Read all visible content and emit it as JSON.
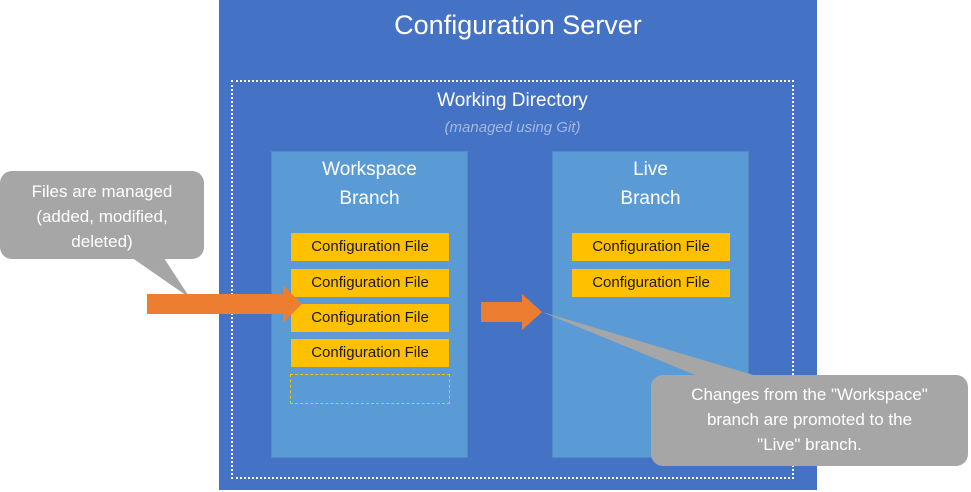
{
  "server": {
    "title": "Configuration Server"
  },
  "working_directory": {
    "title": "Working Directory",
    "subtitle": "(managed using Git)"
  },
  "workspace_branch": {
    "title_line1": "Workspace",
    "title_line2": "Branch",
    "files": [
      "Configuration File",
      "Configuration File",
      "Configuration File",
      "Configuration File"
    ]
  },
  "live_branch": {
    "title_line1": "Live",
    "title_line2": "Branch",
    "files": [
      "Configuration File",
      "Configuration File"
    ]
  },
  "callouts": {
    "files_managed": {
      "line1": "Files are managed",
      "line2": "(added, modified,",
      "line3": "deleted)"
    },
    "promotion": {
      "line1": "Changes from the \"Workspace\"",
      "line2": "branch are promoted to the",
      "line3": "\"Live\" branch."
    }
  },
  "colors": {
    "server": "#4472c4",
    "branch": "#5b9bd5",
    "file": "#ffc000",
    "arrow": "#ed7d31",
    "callout": "#a6a6a6"
  }
}
